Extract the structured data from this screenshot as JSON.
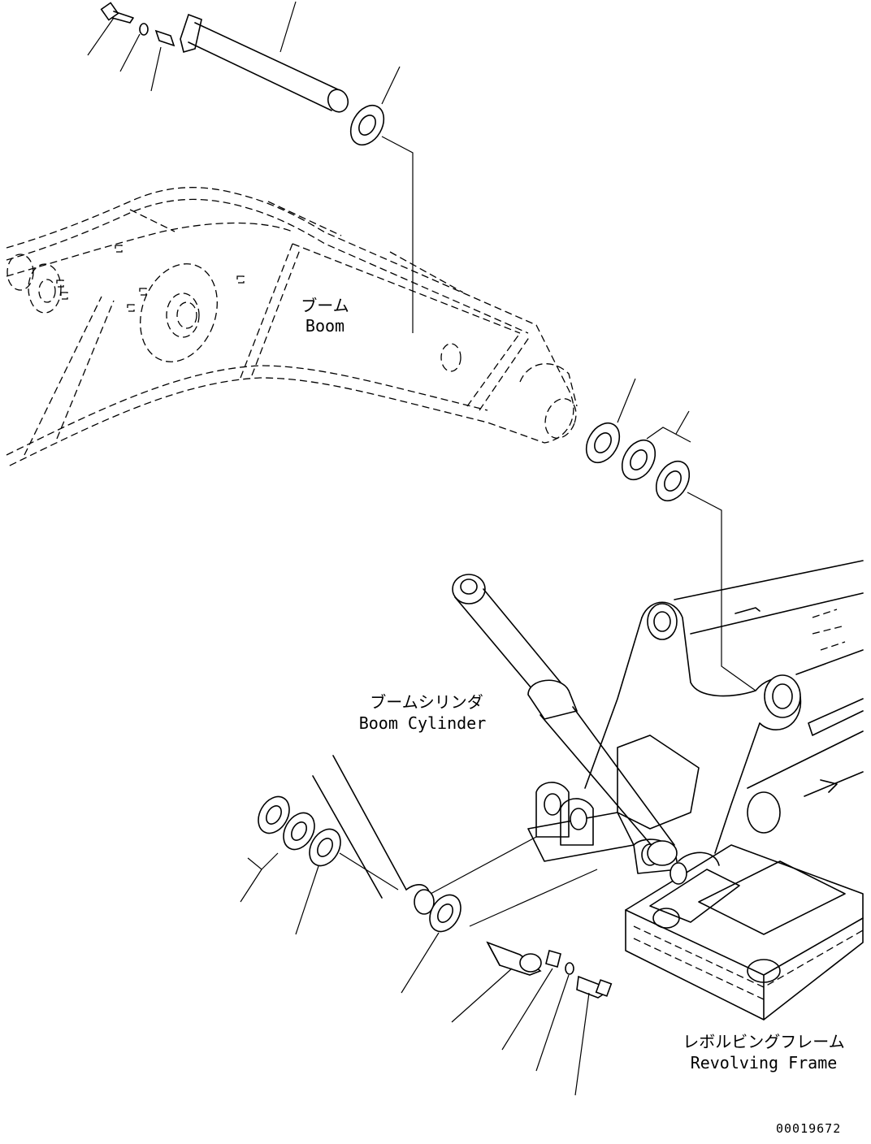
{
  "labels": {
    "boom_jp": "ブーム",
    "boom_en": "Boom",
    "cylinder_jp": "ブームシリンダ",
    "cylinder_en": "Boom Cylinder",
    "frame_jp": "レボルビングフレーム",
    "frame_en": "Revolving Frame"
  },
  "drawing_number": "00019672"
}
